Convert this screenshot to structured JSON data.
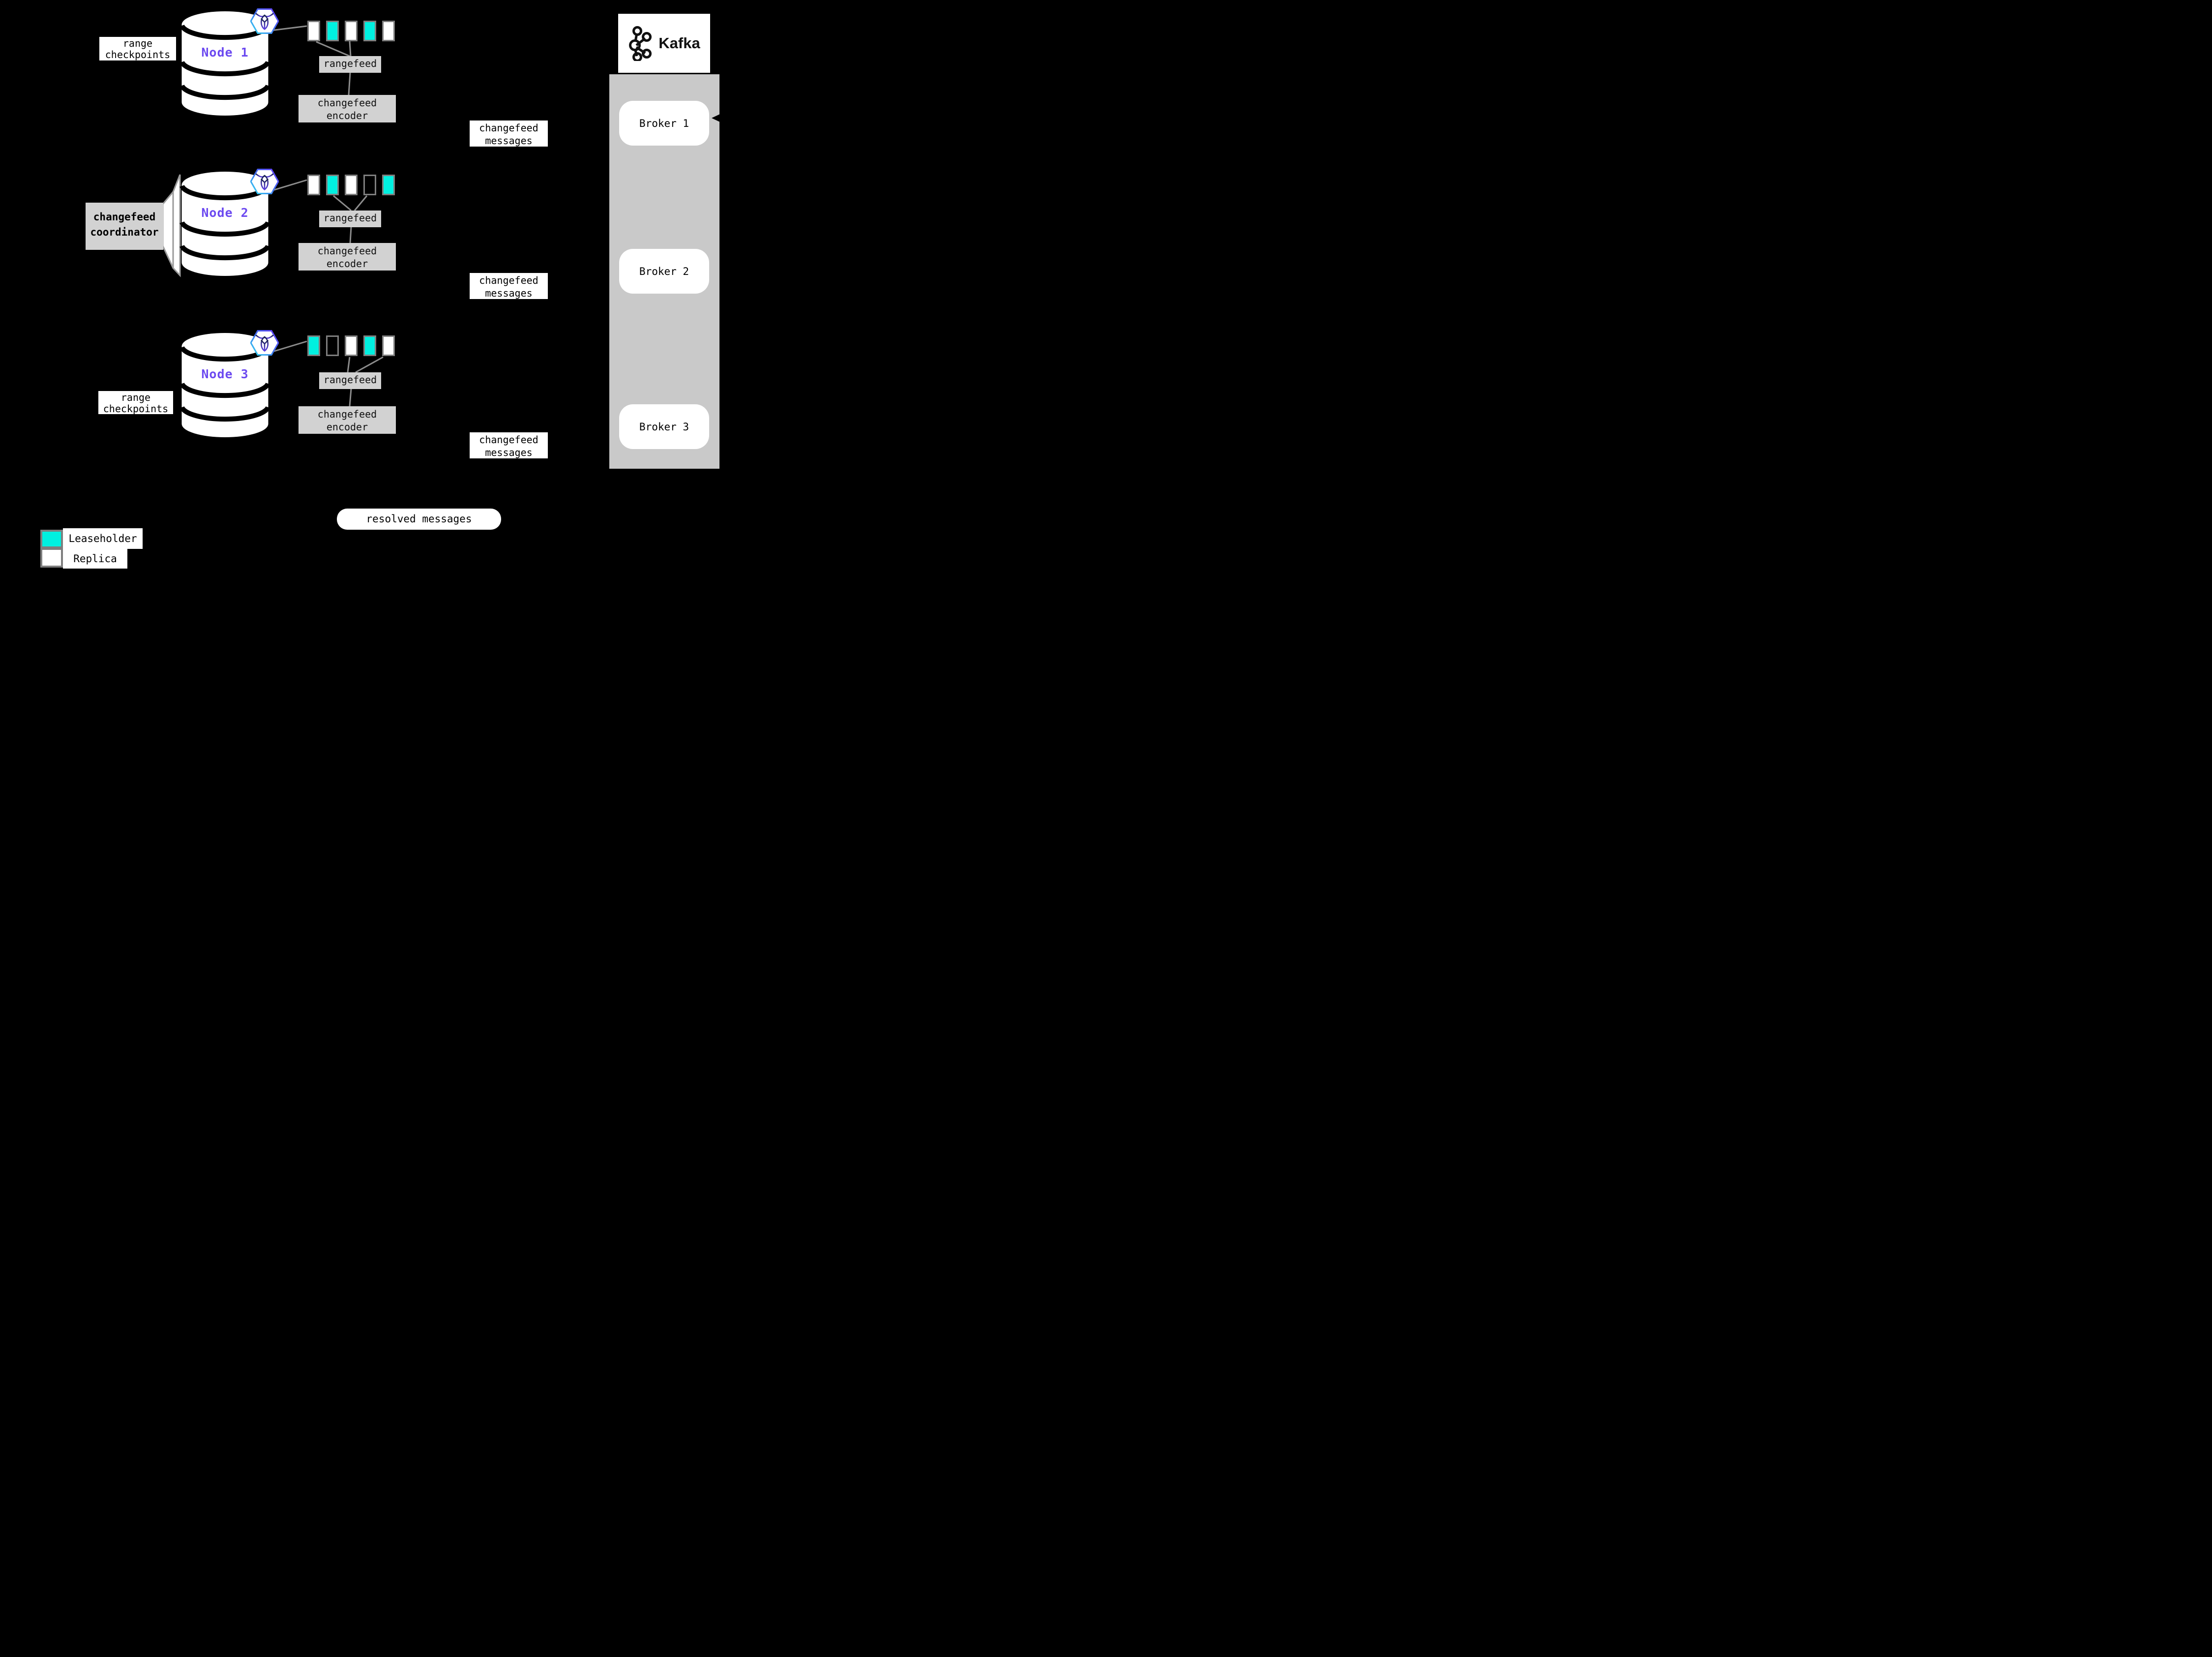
{
  "diagram": {
    "nodes": [
      {
        "label": "Node 1",
        "ranges": [
          "replica",
          "leaseholder",
          "replica",
          "leaseholder",
          "replica"
        ],
        "rangefeed_label": "rangefeed",
        "encoder_label": "changefeed encoder",
        "messages_label": "changefeed messages"
      },
      {
        "label": "Node 2",
        "ranges": [
          "replica",
          "leaseholder",
          "replica",
          "empty",
          "leaseholder"
        ],
        "rangefeed_label": "rangefeed",
        "encoder_label": "changefeed encoder",
        "messages_label": "changefeed messages"
      },
      {
        "label": "Node 3",
        "ranges": [
          "leaseholder",
          "empty",
          "replica",
          "leaseholder",
          "replica"
        ],
        "rangefeed_label": "rangefeed",
        "encoder_label": "changefeed encoder",
        "messages_label": "changefeed messages"
      }
    ],
    "range_checkpoints_label": "range checkpoints",
    "coordinator_label": "changefeed coordinator",
    "resolved_messages_label": "resolved messages",
    "kafka": {
      "title": "Kafka",
      "brokers": [
        "Broker 1",
        "Broker 2",
        "Broker 3"
      ]
    },
    "legend": {
      "leaseholder": "Leaseholder",
      "replica": "Replica"
    },
    "colors": {
      "leaseholder": "#00f0e0",
      "replica": "#ffffff",
      "node_text": "#6c4af0",
      "box_gray": "#d2d2d2",
      "kafka_panel_gray": "#c9c9c9",
      "connector_gray": "#8c8c8c",
      "hex_gradient_start": "#35e0f0",
      "hex_gradient_end": "#6a3bff"
    }
  }
}
